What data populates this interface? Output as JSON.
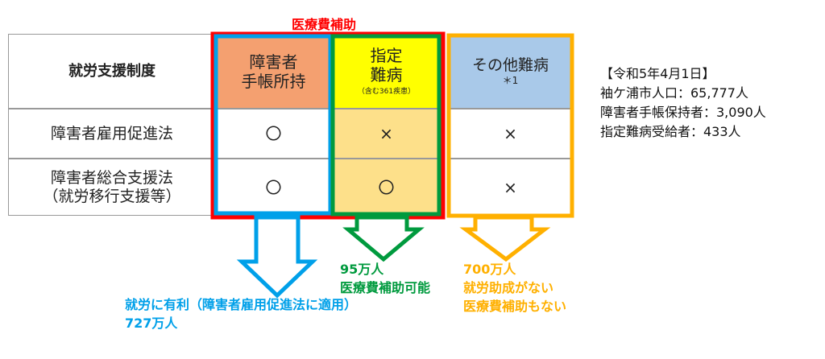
{
  "title": "医療費補助",
  "table": {
    "header": [
      "就労支援制度",
      "障害者\n手帳所持",
      "指定\n難病",
      "その他難病"
    ],
    "header_sub": {
      "col3": "（含む361疾患）",
      "col4": "＊1"
    },
    "rows": [
      {
        "label": "障害者雇用促進法",
        "values": [
          "〇",
          "×",
          "×"
        ]
      },
      {
        "label": "障害者総合支援法\n（就労移行支援等）",
        "values": [
          "〇",
          "〇",
          "×"
        ]
      }
    ]
  },
  "outcomes": {
    "blue": [
      "就労に有利（障害者雇用促進法に適用）",
      "727万人"
    ],
    "green": [
      "95万人",
      "医療費補助可能"
    ],
    "orange": [
      "700万人",
      "就労助成がない",
      "医療費補助もない"
    ]
  },
  "info": [
    "【令和5年4月1日】",
    "袖ケ浦市人口：65,777人",
    "障害者手帳保持者：3,090人",
    "指定難病受給者：433人"
  ],
  "colors": {
    "red": "#ff0000",
    "blue": "#00a0e9",
    "green": "#009a3e",
    "orange": "#ffb000",
    "salmon": "#f4a070",
    "yellow": "#ffff00",
    "lightblue": "#a9c9e9",
    "paleyellow": "#fde08a"
  }
}
